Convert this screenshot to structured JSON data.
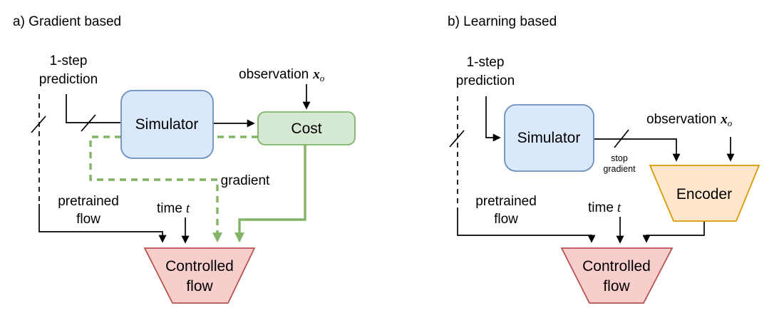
{
  "colors": {
    "black_line": "#000000",
    "green_line": "#82b366",
    "simulator_fill": "#dae8fc",
    "simulator_stroke": "#6c8ebf",
    "cost_fill": "#d5e8d4",
    "cost_stroke": "#82b366",
    "encoder_fill": "#ffe6cc",
    "encoder_stroke": "#d79b00",
    "controlled_flow_fill": "#f8cecc",
    "controlled_flow_stroke": "#b85450"
  },
  "panel_a": {
    "title": "a) Gradient based",
    "one_step_line1": "1-step",
    "one_step_line2": "prediction",
    "observation_label": "observation",
    "observation_var": "x",
    "observation_subscript": "o",
    "simulator": "Simulator",
    "cost": "Cost",
    "gradient_label": "gradient",
    "pretrained_line1": "pretrained",
    "pretrained_line2": "flow",
    "time_label": "time",
    "time_var": "t",
    "controlled_line1": "Controlled",
    "controlled_line2": "flow"
  },
  "panel_b": {
    "title": "b) Learning based",
    "one_step_line1": "1-step",
    "one_step_line2": "prediction",
    "observation_label": "observation",
    "observation_var": "x",
    "observation_subscript": "o",
    "simulator": "Simulator",
    "stop_gradient_line1": "stop",
    "stop_gradient_line2": "gradient",
    "encoder": "Encoder",
    "pretrained_line1": "pretrained",
    "pretrained_line2": "flow",
    "time_label": "time",
    "time_var": "t",
    "controlled_line1": "Controlled",
    "controlled_line2": "flow"
  }
}
